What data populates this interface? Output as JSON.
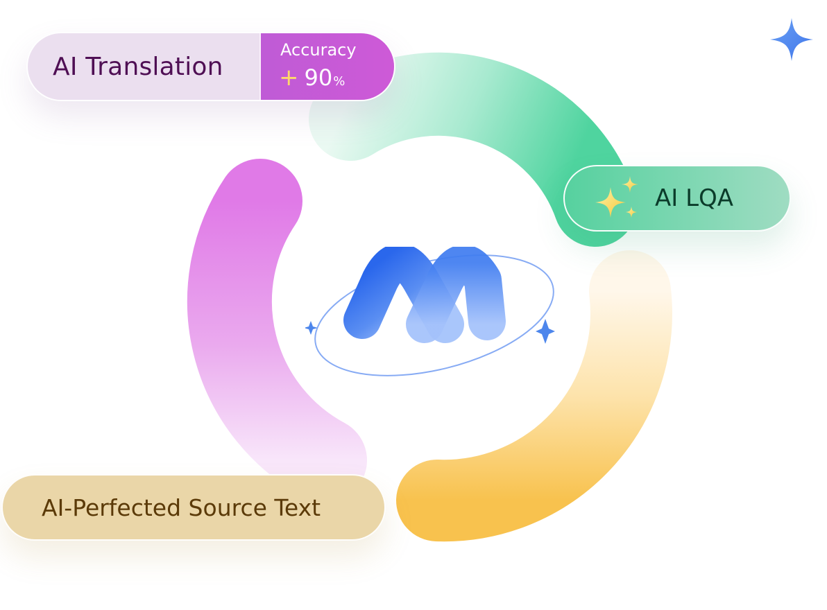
{
  "translation": {
    "label": "AI Translation",
    "accuracy_title": "Accuracy",
    "accuracy_sign": "+",
    "accuracy_value": "90",
    "accuracy_unit": "%"
  },
  "lqa": {
    "label": "AI LQA"
  },
  "source": {
    "label": "AI-Perfected Source Text"
  },
  "colors": {
    "translation_ring": "#e27be8",
    "lqa_ring": "#5dd6a7",
    "source_ring": "#f7c24e",
    "accuracy_bg": "#c75ad7",
    "logo_blue": "#2f6fee",
    "sparkle_blue": "#4d86ec",
    "sparkle_gold": "#ffe27a"
  },
  "icons": {
    "logo": "m-logo-icon",
    "lqa": "sparkles-icon",
    "corner": "four-point-star-icon"
  }
}
